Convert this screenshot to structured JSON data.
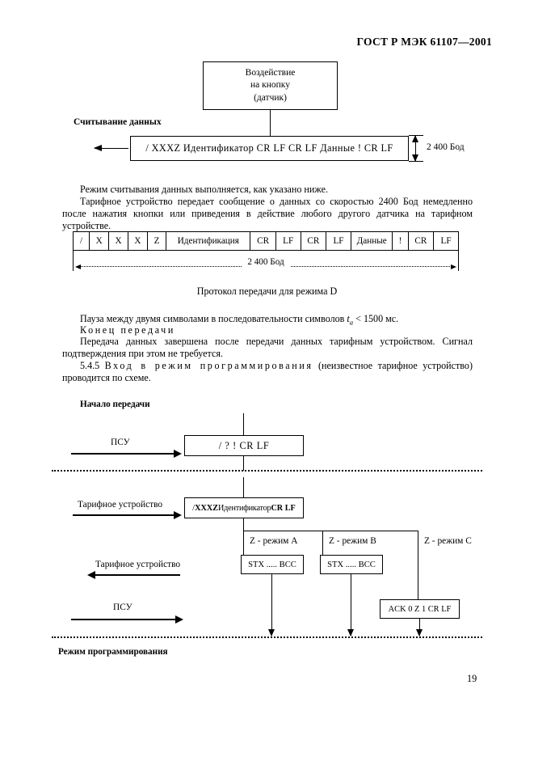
{
  "document": {
    "header": "ГОСТ Р МЭК 61107—2001",
    "page_number": "19"
  },
  "top_diagram": {
    "sensor_box": {
      "line1": "Воздействие",
      "line2": "на кнопку",
      "line3": "(датчик)"
    },
    "read_data_label": "Считывание данных",
    "telegram_box": "/ XXXZ  Идентификатор  CR  LF  CR  LF   Данные  !  CR  LF",
    "baud_label": "2 400 Бод"
  },
  "body": {
    "para_1": "Режим считывания данных выполняется, как указано ниже.",
    "para_2": "Тарифное устройство передает сообщение о данных со скоростью 2400 Бод немедленно после нажатия кнопки или приведения в действие любого другого датчика на тарифном устройстве.",
    "para_pause_prefix": "Пауза между двумя символами в последовательности символов ",
    "para_pause_var": "t",
    "para_pause_sub": "а",
    "para_pause_suffix": " < 1500 мс.",
    "para_end_heading": "Конец передачи",
    "para_end_body": "Передача данных завершена после передачи данных тарифным устройством. Сигнал подтверждения при этом не требуется.",
    "para_545_number": "5.4.5",
    "para_545_spaced": "Вход в режим программирования",
    "para_545_rest": "(неизвестное тарифное устройство) проводится по схеме."
  },
  "protocol_table": {
    "cells": [
      "/",
      "X",
      "X",
      "X",
      "Z",
      "Идентификация",
      "CR",
      "LF",
      "CR",
      "LF",
      "Данные",
      "!",
      "CR",
      "LF"
    ],
    "span_label": "2 400 Бод",
    "caption": "Протокол передачи для режима D"
  },
  "bottom_diagram": {
    "start_label": "Начало передачи",
    "arrow_psu_1": "ПСУ",
    "query_box": "/ ? ! CR  LF",
    "arrow_tariff_1": "Тарифное устройство",
    "ident_box_part1": "/ ",
    "ident_box_part2": "XXXZ",
    "ident_box_part3": "Идентификатор",
    "ident_box_part4": "CR LF",
    "mode_a": "Z - режим A",
    "mode_b": "Z - режим B",
    "mode_c": "Z - режим C",
    "arrow_tariff_2": "Тарифное устройство",
    "stx_box_a": "STX ..... BCC",
    "stx_box_b": "STX ..... BCC",
    "arrow_psu_2": "ПСУ",
    "ack_box": "ACK 0 Z 1 CR LF",
    "programming_mode_label": "Режим программирования"
  }
}
